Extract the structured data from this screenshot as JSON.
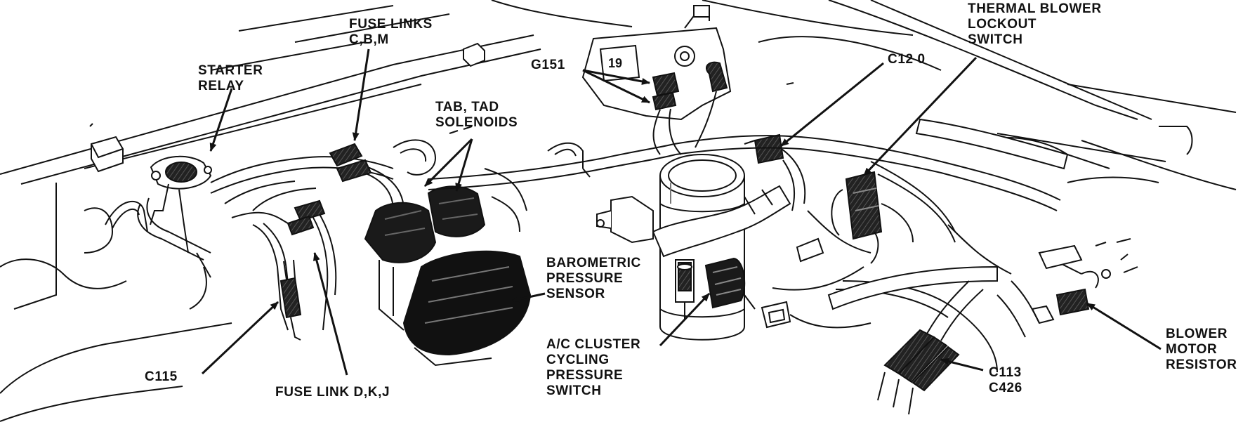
{
  "colors": {
    "ink": "#111111",
    "paper": "#ffffff",
    "shade": "#2a2a2a"
  },
  "labels": {
    "fuse_links_cbm": [
      "FUSE LINKS",
      "C,B,M"
    ],
    "starter_relay": [
      "STARTER",
      "RELAY"
    ],
    "g151": [
      "G151"
    ],
    "tab_tad": [
      "TAB, TAD",
      "SOLENOIDS"
    ],
    "thermal_blower": [
      "THERMAL BLOWER",
      "LOCKOUT",
      "SWITCH"
    ],
    "c120": [
      "C12 0"
    ],
    "barometric": [
      "BAROMETRIC",
      "PRESSURE",
      "SENSOR"
    ],
    "ac_cluster": [
      "A/C CLUSTER",
      "CYCLING",
      "PRESSURE",
      "SWITCH"
    ],
    "c115": [
      "C115"
    ],
    "fuse_link_dkj": [
      "FUSE LINK D,K,J"
    ],
    "c113": [
      "C113",
      "C426"
    ],
    "blower_motor": [
      "BLOWER",
      "MOTOR",
      "RESISTOR"
    ],
    "tag_19": "19"
  }
}
